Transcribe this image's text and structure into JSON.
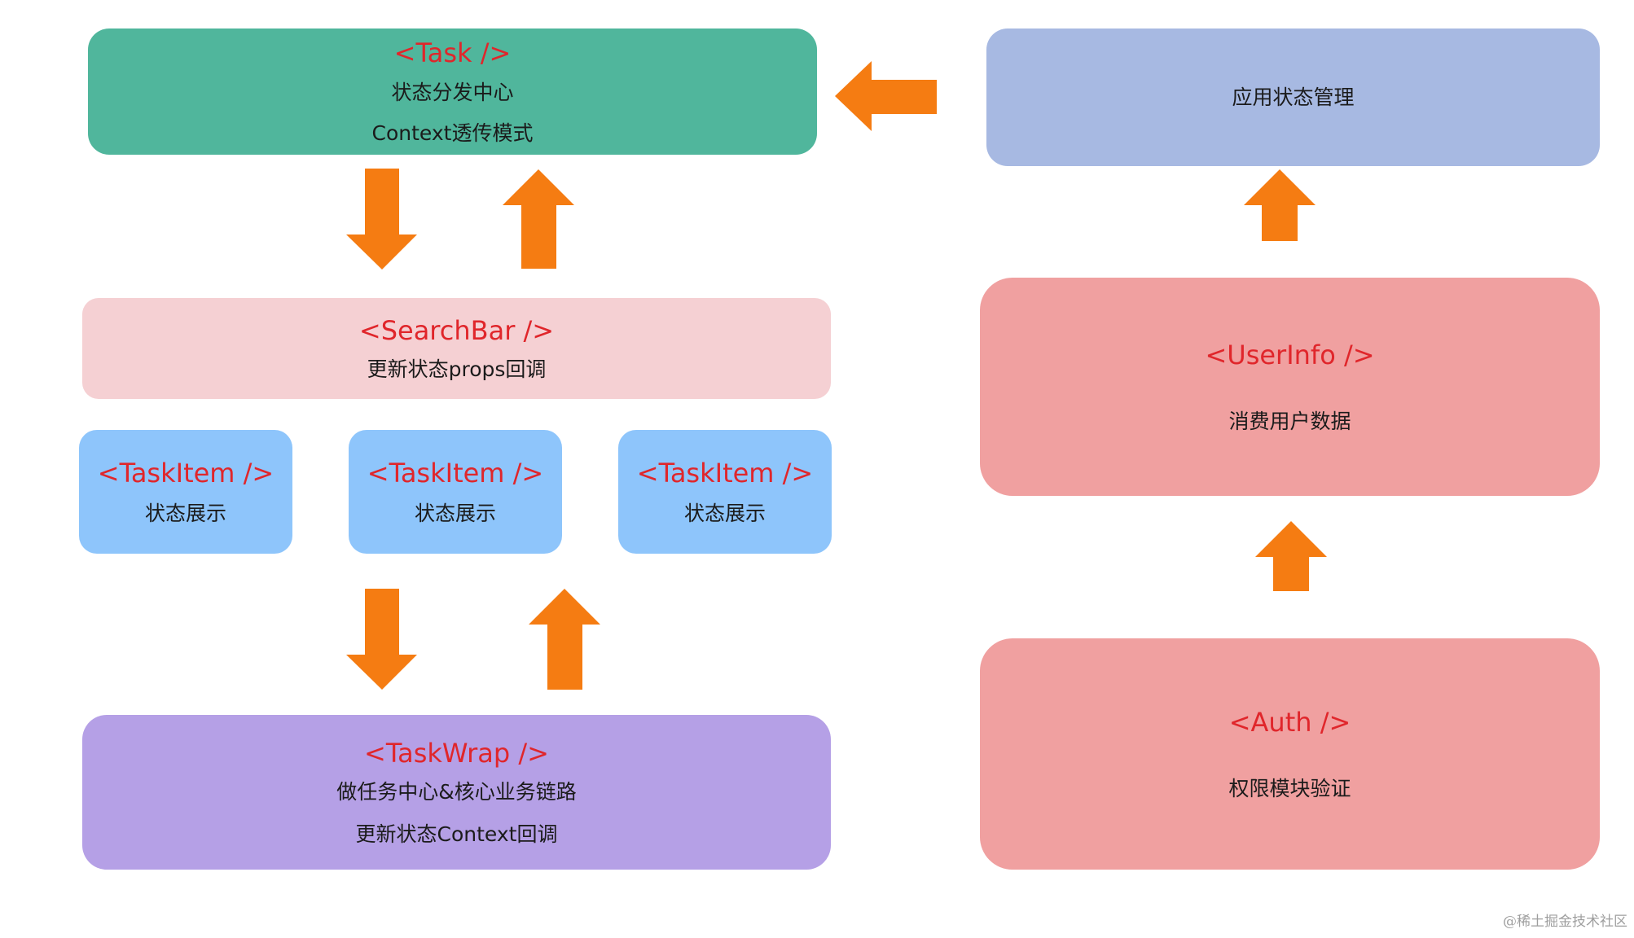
{
  "colors": {
    "task_box": "#50b69c",
    "app_state_box": "#a7b9e2",
    "searchbar_box": "#f5d0d3",
    "taskitem_box": "#8ec5fb",
    "taskwrap_box": "#b5a0e6",
    "userinfo_box": "#f0a0a0",
    "auth_box": "#f0a0a0",
    "arrow": "#f57c12",
    "component_title": "#e0262b"
  },
  "task": {
    "title": "<Task />",
    "line1": "状态分发中心",
    "line2": "Context透传模式"
  },
  "app_state": {
    "label": "应用状态管理"
  },
  "searchbar": {
    "title": "<SearchBar />",
    "desc": "更新状态props回调"
  },
  "taskitems": [
    {
      "title": "<TaskItem />",
      "desc": "状态展示"
    },
    {
      "title": "<TaskItem />",
      "desc": "状态展示"
    },
    {
      "title": "<TaskItem />",
      "desc": "状态展示"
    }
  ],
  "taskwrap": {
    "title": "<TaskWrap />",
    "line1": "做任务中心&核心业务链路",
    "line2": "更新状态Context回调"
  },
  "userinfo": {
    "title": "<UserInfo />",
    "desc": "消费用户数据"
  },
  "auth": {
    "title": "<Auth />",
    "desc": "权限模块验证"
  },
  "watermark": "@稀土掘金技术社区"
}
